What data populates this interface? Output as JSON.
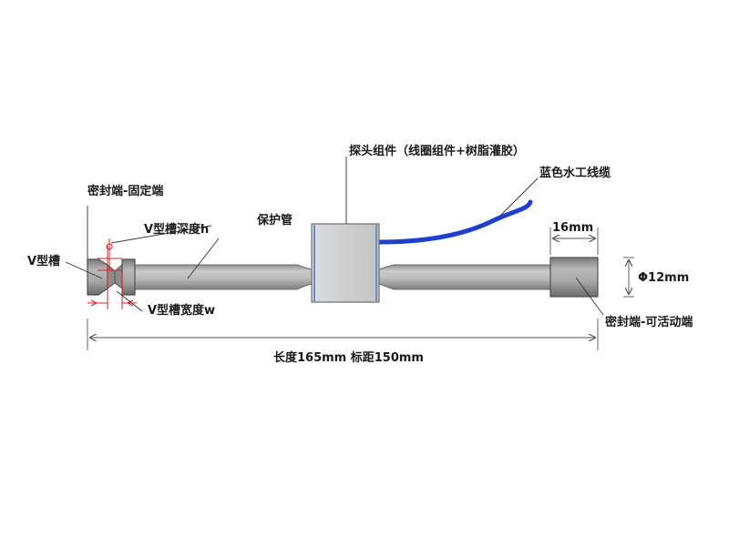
{
  "labels": {
    "probe_assembly": "探头组件（线圈组件+树脂灌胶）",
    "blue_cable": "蓝色水工线缆",
    "sealed_fixed_end": "密封端-固定端",
    "v_groove": "V型槽",
    "v_groove_depth": "V型槽深度h",
    "protective_tube": "保护管",
    "v_groove_width": "V型槽宽度w",
    "end_length": "16mm",
    "diameter": "Φ12mm",
    "sealed_movable_end": "密封端-可活动端",
    "total_length": "长度165mm  标距150mm"
  },
  "colors": {
    "cable": "#1f3fcf",
    "tube": "#b3b3b3",
    "probe_body": "#cdcdcd",
    "marker_red": "#e02020",
    "dimension_line": "#555555"
  }
}
